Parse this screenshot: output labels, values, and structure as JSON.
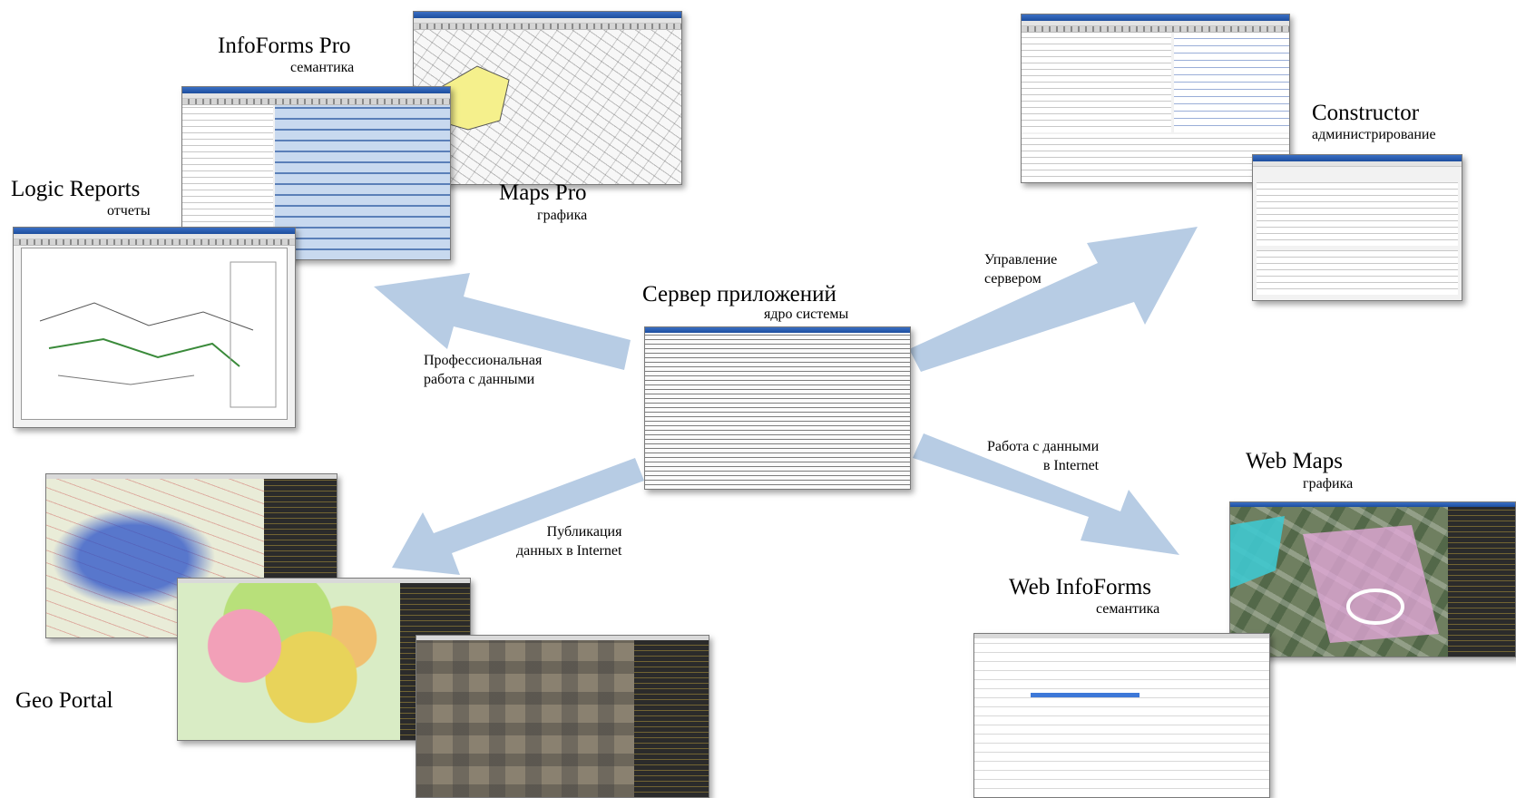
{
  "modules": {
    "infoforms_pro": {
      "title": "InfoForms Pro",
      "subtitle": "семантика"
    },
    "maps_pro": {
      "title": "Maps Pro",
      "subtitle": "графика"
    },
    "logic_reports": {
      "title": "Logic Reports",
      "subtitle": "отчеты"
    },
    "constructor": {
      "title": "Constructor",
      "subtitle": "администрирование"
    },
    "app_server": {
      "title": "Сервер приложений",
      "subtitle": "ядро системы"
    },
    "web_maps": {
      "title": "Web Maps",
      "subtitle": "графика"
    },
    "web_infoforms": {
      "title": "Web InfoForms",
      "subtitle": "семантика"
    },
    "geo_portal": {
      "title": "Geo Portal"
    }
  },
  "edges": {
    "professional": {
      "line1": "Профессиональная",
      "line2": "работа с данными"
    },
    "management": {
      "line1": "Управление",
      "line2": "сервером"
    },
    "internet_work": {
      "line1": "Работа с данными",
      "line2": "в Internet"
    },
    "publication": {
      "line1": "Публикация",
      "line2": "данных в Internet"
    }
  },
  "colors": {
    "arrow": "#b7cce4",
    "maps_pro_region": "#f5f08c"
  }
}
